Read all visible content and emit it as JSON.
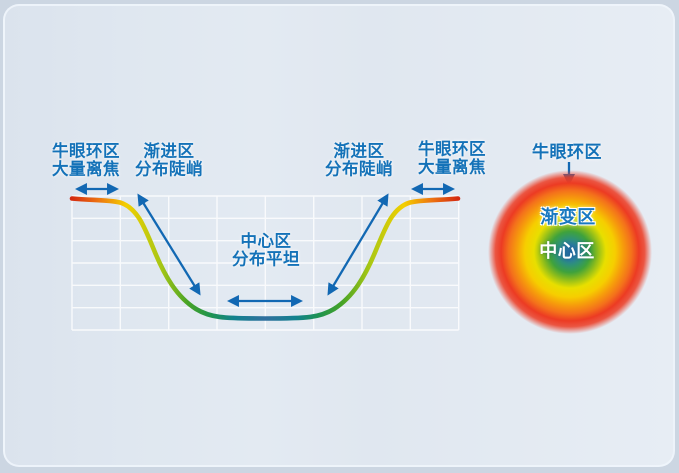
{
  "figure": {
    "chart": {
      "zone_labels": [
        {
          "id": "left-bullseye",
          "line1": "牛眼环区",
          "line2": "大量离焦"
        },
        {
          "id": "left-progressive",
          "line1": "渐进区",
          "line2": "分布陡峭"
        },
        {
          "id": "center-zone",
          "line1": "中心区",
          "line2": "分布平坦"
        },
        {
          "id": "right-progressive",
          "line1": "渐进区",
          "line2": "分布陡峭"
        },
        {
          "id": "right-bullseye",
          "line1": "牛眼环区",
          "line2": "大量离焦"
        }
      ]
    },
    "lens_map": {
      "outer_label": "牛眼环区",
      "transition_label": "渐变区",
      "center_label": "中心区"
    }
  },
  "colors": {
    "label_blue": "#1472b8",
    "arrow_blue": "#1268b3",
    "grid_line": "#ffffff",
    "card_background": "#e0e8f1",
    "page_background": "#ccd6e2",
    "curve_gradient": [
      "#d42a10",
      "#ee7611",
      "#f3cf00",
      "#a8c714",
      "#47a326",
      "#1e9350",
      "#12828e",
      "#2f6f9f"
    ],
    "lens_gradient_center_to_edge": [
      "#23679f",
      "#2e9277",
      "#3fa23c",
      "#86ba1e",
      "#e8df00",
      "#f6ce00",
      "#f4711b",
      "#ec3b23"
    ]
  },
  "chart_data": {
    "type": "line",
    "title": "",
    "xlabel": "",
    "ylabel": "",
    "axes_visible": false,
    "grid": {
      "visible": true,
      "columns": 8,
      "rows": 6
    },
    "legend": "none",
    "description": "Schematic defocus-distribution profile of a bullseye-ring lens: high flat defocus at both outer bullseye zones, steep progressive slopes, flat low central zone.",
    "x_norm": [
      0.0,
      0.13,
      0.17,
      0.22,
      0.28,
      0.34,
      0.4,
      0.5,
      0.6,
      0.66,
      0.72,
      0.78,
      0.83,
      0.87,
      1.0
    ],
    "y_norm": [
      0.985,
      0.965,
      0.9,
      0.72,
      0.45,
      0.18,
      0.09,
      0.085,
      0.09,
      0.18,
      0.45,
      0.72,
      0.9,
      0.965,
      0.985
    ],
    "series_color_mapping": "rainbow along x: red-orange-yellow-green-teal-blue-teal-green-yellow-orange-red",
    "annotations": [
      "double-arrow over left flat top: 牛眼环区 大量离焦",
      "diagonal double-arrow on left slope: 渐进区 分布陡峭",
      "double-arrow under flat bottom: 中心区 分布平坦",
      "diagonal double-arrow on right slope: 渐进区 分布陡峭",
      "double-arrow over right flat top: 牛眼环区 大量离焦",
      "down arrow from 牛眼环区 label to outer red ring of lens map"
    ]
  }
}
